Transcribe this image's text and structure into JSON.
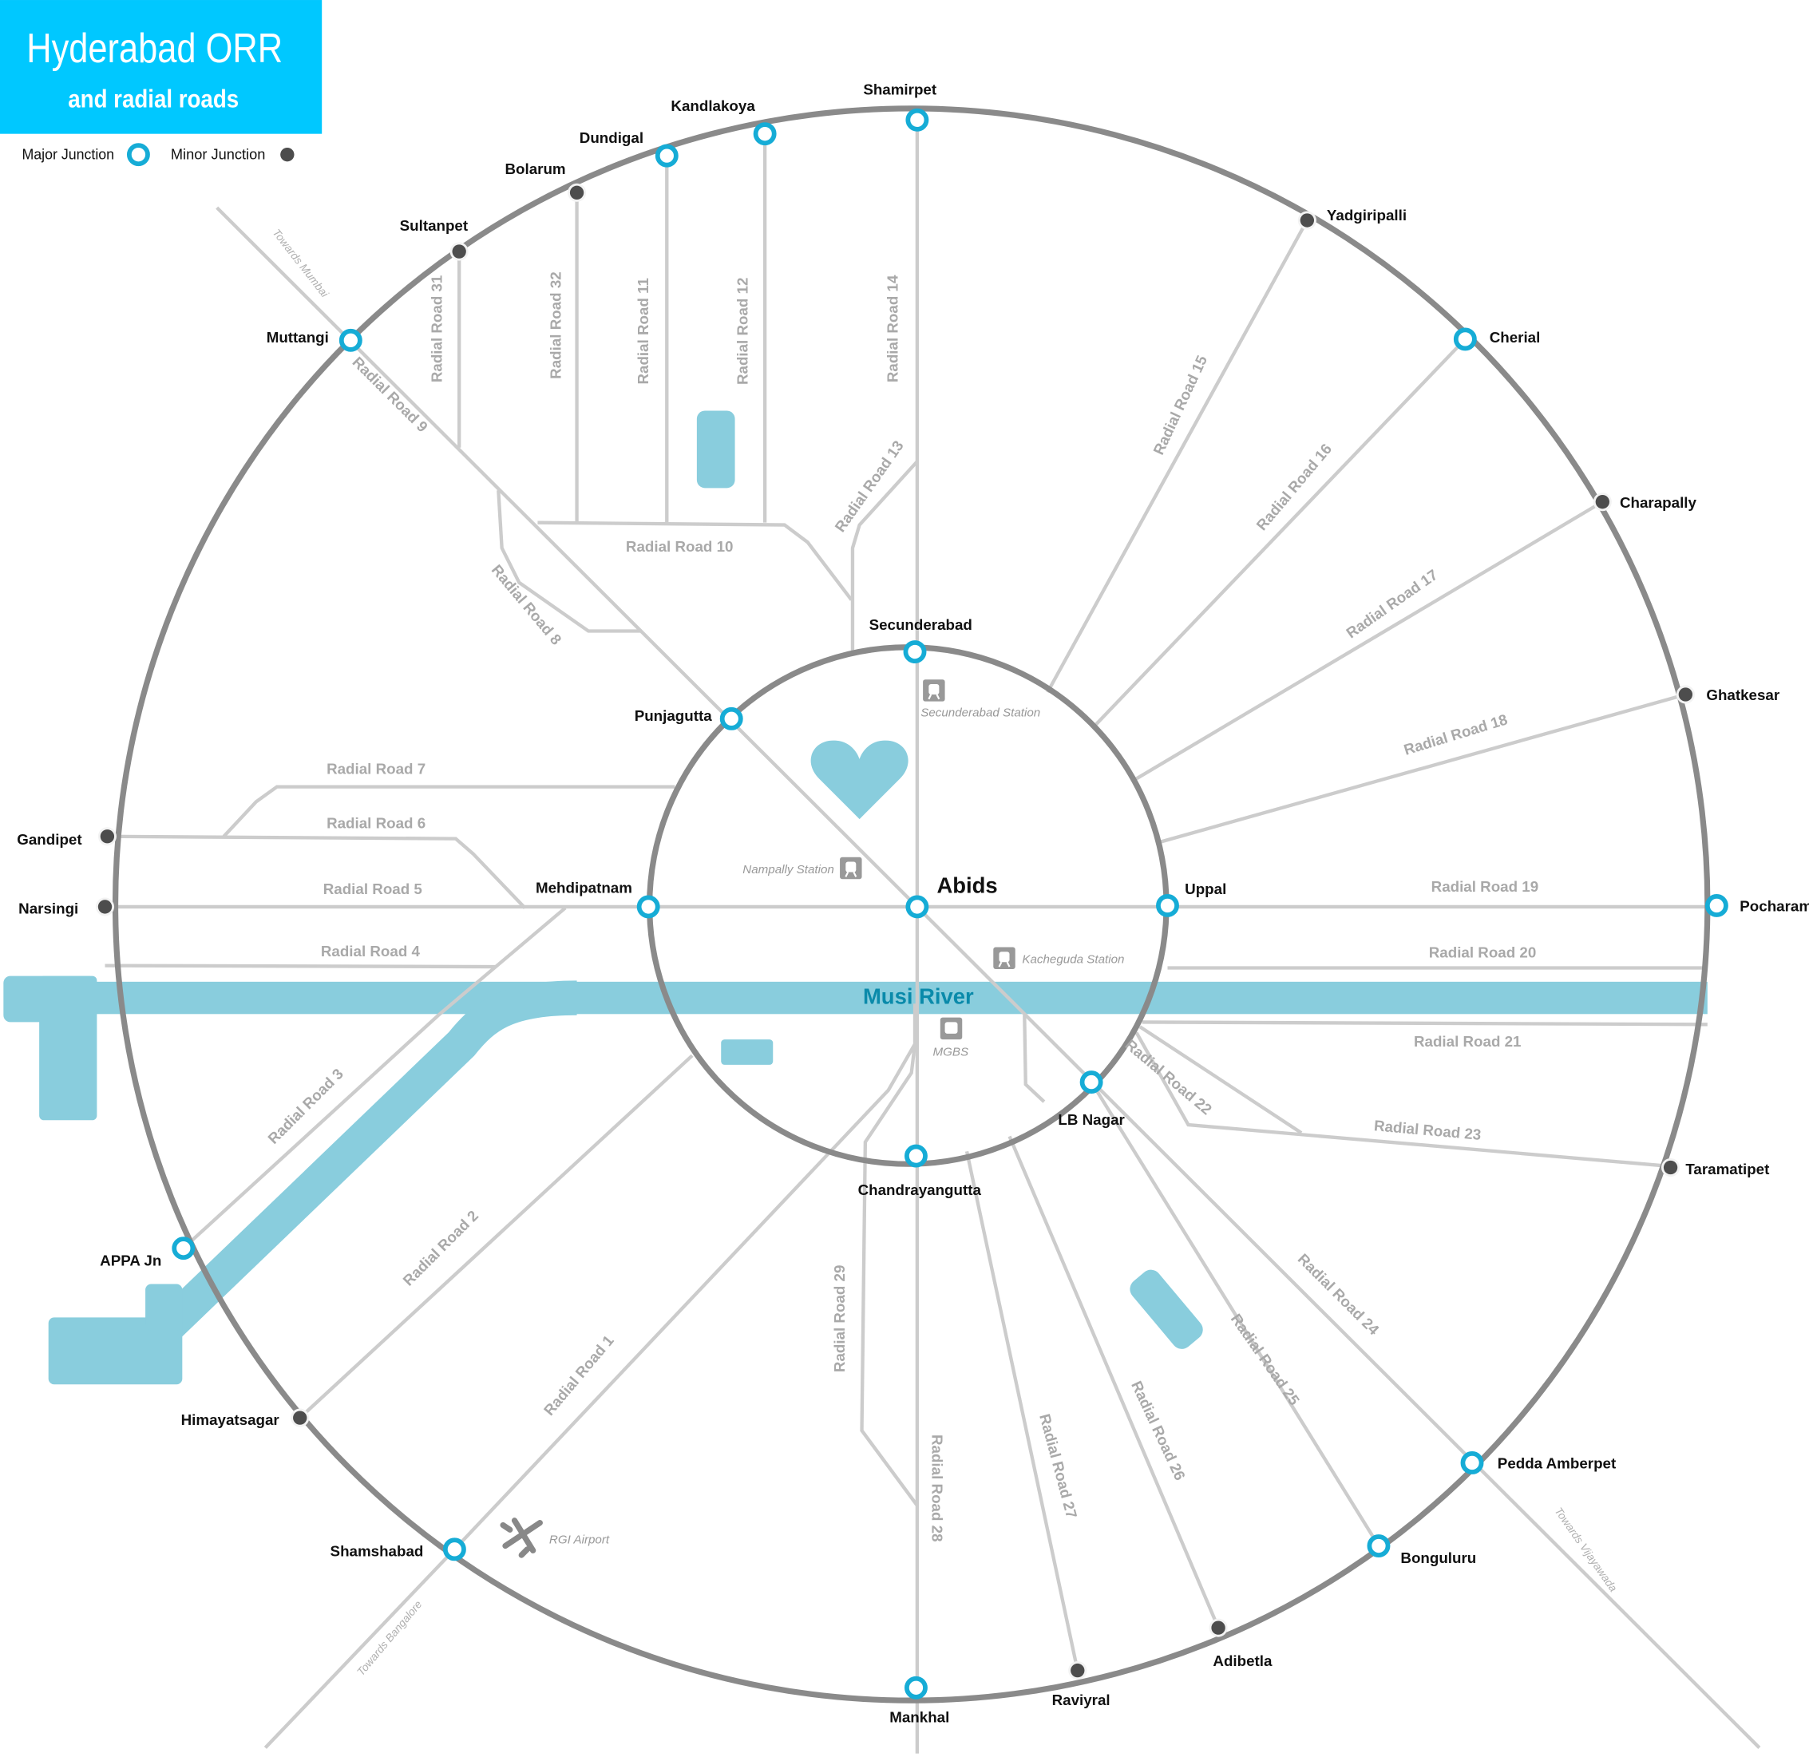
{
  "header": {
    "title": "Hyderabad ORR",
    "subtitle": "and radial roads",
    "color": "#00c8ff"
  },
  "legend": {
    "major_label": "Major Junction",
    "minor_label": "Minor Junction"
  },
  "colors": {
    "orr": "#8a8a8a",
    "road": "#cccccc",
    "major": "#16acd6",
    "minor": "#4d4d4d",
    "water": "#89cddd",
    "river_text": "#0a8aaa"
  },
  "junctions": [
    {
      "name": "Shamirpet",
      "type": "major"
    },
    {
      "name": "Kandlakoya",
      "type": "major"
    },
    {
      "name": "Dundigal",
      "type": "major"
    },
    {
      "name": "Bolarum",
      "type": "minor"
    },
    {
      "name": "Sultanpet",
      "type": "minor"
    },
    {
      "name": "Muttangi",
      "type": "major"
    },
    {
      "name": "Yadgiripalli",
      "type": "minor"
    },
    {
      "name": "Cherial",
      "type": "major"
    },
    {
      "name": "Charapally",
      "type": "minor"
    },
    {
      "name": "Ghatkesar",
      "type": "minor"
    },
    {
      "name": "Pocharam",
      "type": "major"
    },
    {
      "name": "Taramatipet",
      "type": "minor"
    },
    {
      "name": "Pedda Amberpet",
      "type": "major"
    },
    {
      "name": "Bonguluru",
      "type": "major"
    },
    {
      "name": "Adibetla",
      "type": "minor"
    },
    {
      "name": "Raviyral",
      "type": "minor"
    },
    {
      "name": "Mankhal",
      "type": "major"
    },
    {
      "name": "Shamshabad",
      "type": "major"
    },
    {
      "name": "Himayatsagar",
      "type": "minor"
    },
    {
      "name": "APPA Jn",
      "type": "major"
    },
    {
      "name": "Narsingi",
      "type": "minor"
    },
    {
      "name": "Gandipet",
      "type": "minor"
    },
    {
      "name": "Secunderabad",
      "type": "major"
    },
    {
      "name": "Punjagutta",
      "type": "major"
    },
    {
      "name": "Mehdipatnam",
      "type": "major"
    },
    {
      "name": "Abids",
      "type": "major"
    },
    {
      "name": "Uppal",
      "type": "major"
    },
    {
      "name": "LB Nagar",
      "type": "major"
    },
    {
      "name": "Chandrayangutta",
      "type": "major"
    }
  ],
  "road_labels": [
    "Radial Road 9",
    "Radial Road 31",
    "Radial Road 32",
    "Radial Road 11",
    "Radial Road 12",
    "Radial Road 14",
    "Radial Road 13",
    "Radial Road 10",
    "Radial Road 8",
    "Radial Road 15",
    "Radial Road 16",
    "Radial Road 17",
    "Radial Road 18",
    "Radial Road 7",
    "Radial Road 6",
    "Radial Road 5",
    "Radial Road 4",
    "Radial Road 19",
    "Radial Road 20",
    "Radial Road 21",
    "Radial Road 22",
    "Radial Road 23",
    "Radial Road 3",
    "Radial Road 2",
    "Radial Road 1",
    "Radial Road 29",
    "Radial Road 28",
    "Radial Road 27",
    "Radial Road 26",
    "Radial Road 25",
    "Radial Road 24"
  ],
  "towards": [
    "Towards Mumbai",
    "Towards Bangalore",
    "Towards Vijayawada"
  ],
  "landmarks": {
    "secunderabad_station": "Secunderabad Station",
    "nampally_station": "Nampally Station",
    "kacheguda_station": "Kacheguda Station",
    "mgbs": "MGBS",
    "airport": "RGI Airport",
    "river": "Musi  River"
  }
}
